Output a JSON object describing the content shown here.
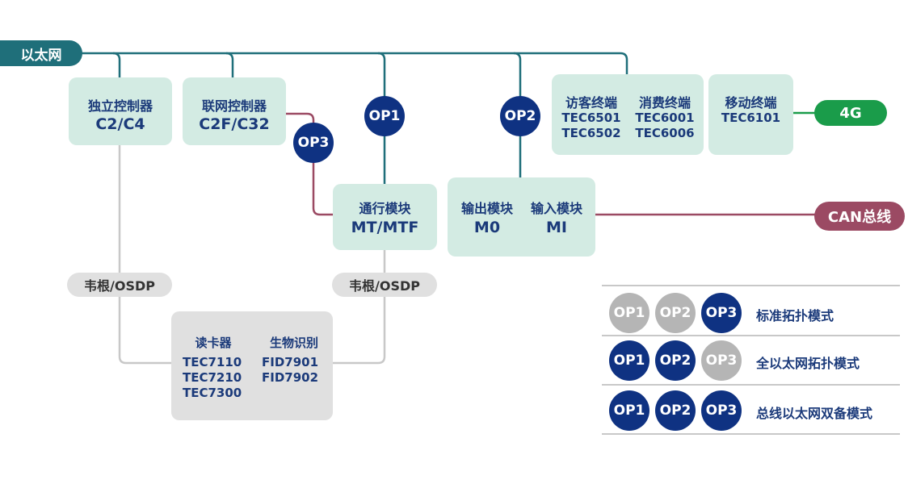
{
  "network": {
    "ethernet_label": "以太网",
    "can_label": "CAN总线",
    "g4_label": "4G",
    "colors": {
      "ethernet": "#1f6f7a",
      "can": "#9b4a63",
      "wiegand": "#c8c8c8",
      "op_active": "#0f3282",
      "op_inactive": "#b5b5b5",
      "g4": "#1a9c4a"
    }
  },
  "devices": {
    "standalone": {
      "name": "独立控制器",
      "model": "C2/C4"
    },
    "networked": {
      "name": "联网控制器",
      "model": "C2F/C32"
    },
    "access_module": {
      "name": "通行模块",
      "model": "MT/MTF"
    },
    "output_module": {
      "name": "输出模块",
      "model": "M0"
    },
    "input_module": {
      "name": "输入模块",
      "model": "MI"
    },
    "visitor": {
      "name": "访客终端",
      "models": [
        "TEC6501",
        "TEC6502"
      ]
    },
    "consumption": {
      "name": "消费终端",
      "models": [
        "TEC6001",
        "TEC6006"
      ]
    },
    "mobile": {
      "name": "移动终端",
      "models": [
        "TEC6101"
      ]
    },
    "card_reader": {
      "name": "读卡器",
      "models": [
        "TEC7110",
        "TEC7210",
        "TEC7300"
      ]
    },
    "biometric": {
      "name": "生物识别",
      "models": [
        "FID7901",
        "FID7902"
      ]
    }
  },
  "wiegand_labels": [
    "韦根/OSDP",
    "韦根/OSDP"
  ],
  "op_nodes": {
    "op1": "OP1",
    "op2": "OP2",
    "op3": "OP3"
  },
  "legend": [
    {
      "label": "标准拓扑模式",
      "ops": [
        {
          "text": "OP1",
          "active": false
        },
        {
          "text": "OP2",
          "active": false
        },
        {
          "text": "OP3",
          "active": true
        }
      ]
    },
    {
      "label": "全以太网拓扑模式",
      "ops": [
        {
          "text": "OP1",
          "active": true
        },
        {
          "text": "OP2",
          "active": true
        },
        {
          "text": "OP3",
          "active": false
        }
      ]
    },
    {
      "label": "总线以太网双备模式",
      "ops": [
        {
          "text": "OP1",
          "active": true
        },
        {
          "text": "OP2",
          "active": true
        },
        {
          "text": "OP3",
          "active": true
        }
      ]
    }
  ]
}
